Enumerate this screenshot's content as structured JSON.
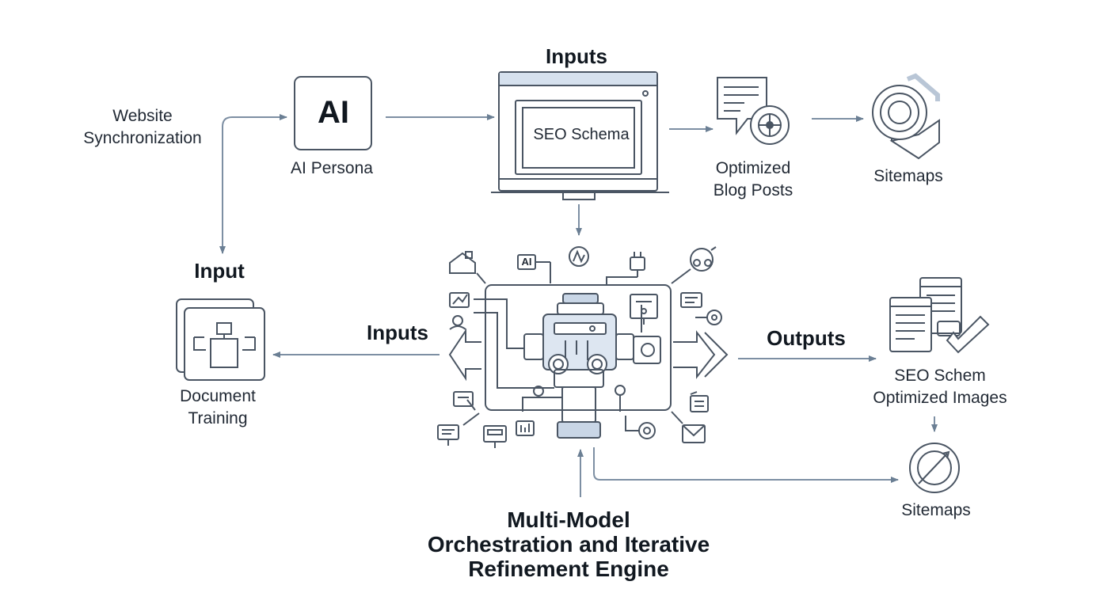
{
  "labels": {
    "website_sync": [
      "Website",
      "Synchronization"
    ],
    "ai_icon_text": "AI",
    "ai_persona": "AI Persona",
    "inputs_top": "Inputs",
    "seo_schema": "SEO Schema",
    "optimized_blog_posts": [
      "Optimized",
      "Blog Posts"
    ],
    "sitemaps_top": "Sitemaps",
    "input_left": "Input",
    "document_training": [
      "Document",
      "Training"
    ],
    "inputs_mid": "Inputs",
    "outputs": "Outputs",
    "seo_schema_images": [
      "SEO Schem",
      "Optimized Images"
    ],
    "sitemaps_bottom": "Sitemaps",
    "engine_title": [
      "Multi-Model",
      "Orchestration and Iterative",
      "Refinement Engine"
    ],
    "mini_ai": "AI"
  },
  "colors": {
    "stroke": "#4a5563",
    "arrow": "#6b7f94",
    "accent": "#c9d6e6",
    "text": "#222a35"
  }
}
